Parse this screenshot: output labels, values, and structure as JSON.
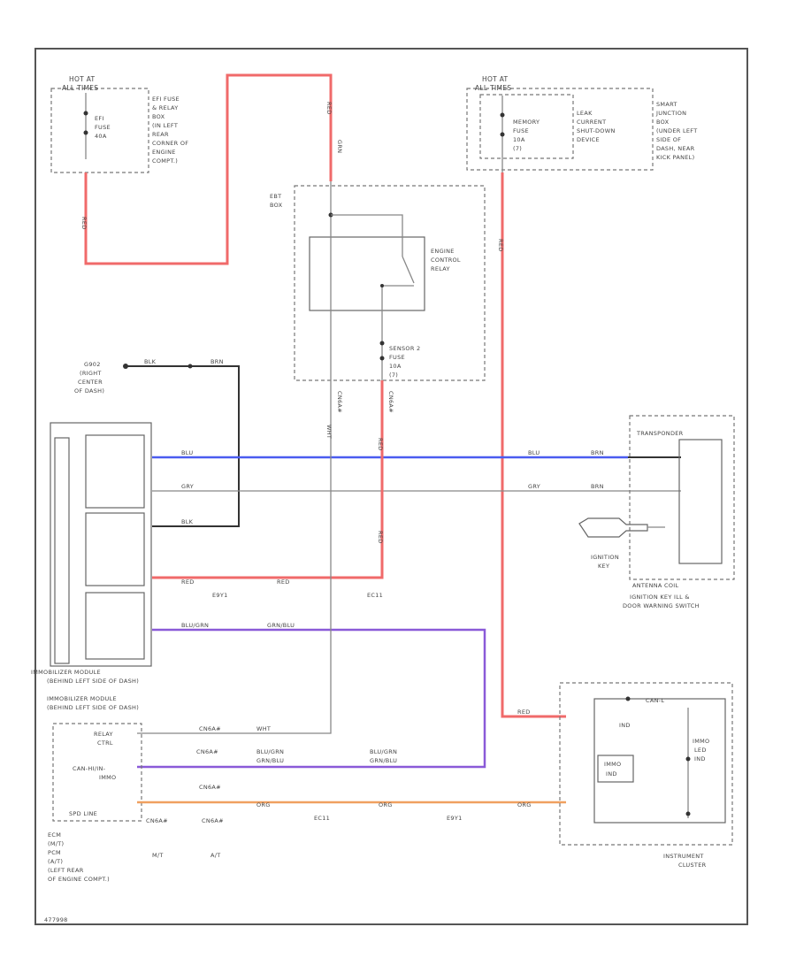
{
  "labels": {
    "hot_left": "HOT AT",
    "hot_left_2": "ALL TIMES",
    "efi_fuse_left": "EFI",
    "efi_fuse_left_2": "FUSE",
    "efi_fuse_left_3": "40A",
    "ej_fuse_box_1": "EFI FUSE",
    "ej_fuse_box_2": "& RELAY",
    "ej_fuse_box_3": "BOX",
    "ej_fuse_box_4": "(IN LEFT",
    "ej_fuse_box_5": "REAR",
    "ej_fuse_box_6": "CORNER OF",
    "ej_fuse_box_7": "ENGINE",
    "ej_fuse_box_8": "COMPT.)",
    "hot_right": "HOT AT",
    "hot_right_2": "ALL TIMES",
    "memory_fuse_1": "MEMORY",
    "memory_fuse_2": "FUSE",
    "memory_fuse_3": "10A",
    "memory_fuse_4": "(7)",
    "leak_1": "LEAK",
    "leak_2": "CURRENT",
    "leak_3": "SHUT-DOWN",
    "leak_4": "DEVICE",
    "sjb_1": "SMART",
    "sjb_2": "JUNCTION",
    "sjb_3": "BOX",
    "sjb_4": "(UNDER LEFT",
    "sjb_5": "SIDE OF",
    "sjb_6": "DASH, NEAR",
    "sjb_7": "KICK PANEL)",
    "ebt_1": "EBT",
    "ebt_2": "BOX",
    "ecr_1": "ENGINE",
    "ecr_2": "CONTROL",
    "ecr_3": "RELAY",
    "sensor_fuse_1": "SENSOR 2",
    "sensor_fuse_2": "FUSE",
    "sensor_fuse_3": "10A",
    "sensor_fuse_4": "(7)",
    "g902_1": "G902",
    "g902_2": "(RIGHT",
    "g902_3": "CENTER",
    "g902_4": "OF DASH)",
    "wire_blk": "BLK",
    "wire_brn": "BRN",
    "wire_blu": "BLU",
    "wire_gry": "GRY",
    "wire_red": "RED",
    "wire_blu_grn": "BLU/GRN",
    "wire_grn_blu": "GRN/BLU",
    "wire_grn_blu2": "GRN/BLU",
    "wire_blu_grn2": "BLU/GRN",
    "wire_org": "ORG",
    "wire_wht": "WHT",
    "wire_grn": "GRN",
    "e_conn1": "E9Y1",
    "e_conn2": "EC11",
    "e_conn3": "EC11",
    "e_conn4": "E9Y1",
    "imm_module_1": "IMMOBILIZER MODULE",
    "imm_module_2": "(BEHIND LEFT SIDE OF DASH)",
    "ign_key_1": "IGNITION",
    "ign_key_2": "KEY",
    "transponder": "TRANSPONDER",
    "antenna_coil": "ANTENNA COIL",
    "ign_switch_1": "IGNITION KEY ILL &",
    "ign_switch_2": "DOOR WARNING SWITCH",
    "relay_ctrl_1": "RELAY",
    "relay_ctrl_2": "CTRL",
    "can_hi_1": "CAN-HI/IN-",
    "can_hi_2": "IMMO",
    "spd_line": "SPD LINE",
    "ecm_1": "ECM",
    "ecm_2": "(M/T)",
    "ecm_3": "PCM",
    "ecm_4": "(A/T)",
    "ecm_5": "(LEFT REAR",
    "ecm_6": "OF ENGINE COMPT.)",
    "mt": "M/T",
    "at": "A/T",
    "ecm_conn1": "CN6A#",
    "ecm_conn2": "CN6A#",
    "ecm_conn3": "CN6A#",
    "ecm_conn4": "CN6A#",
    "ic_1": "INSTRUMENT",
    "ic_2": "CLUSTER",
    "ic_immo": "IMMO",
    "ic_ind": "IND",
    "ic_immo2": "IMMO",
    "ic_led": "LED",
    "ic_ind2": "IND",
    "ic_canl": "CAN-L",
    "diag_id": "477998"
  }
}
